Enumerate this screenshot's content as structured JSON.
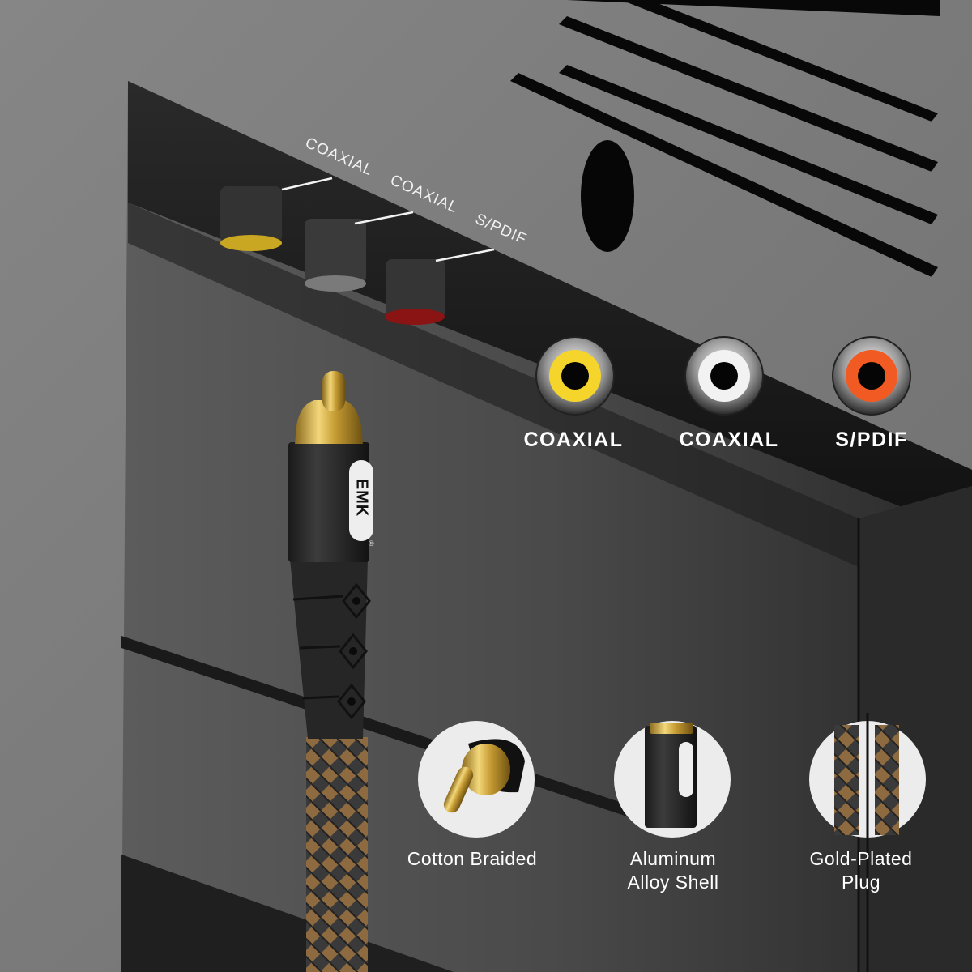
{
  "device_panel": {
    "angled_labels": [
      "COAXIAL",
      "COAXIAL",
      "S/PDIF"
    ]
  },
  "port_legend": [
    {
      "label": "COAXIAL",
      "ring_color": "#f5d42c"
    },
    {
      "label": "COAXIAL",
      "ring_color": "#f2f2f2"
    },
    {
      "label": "S/PDIF",
      "ring_color": "#f15a22"
    }
  ],
  "cable": {
    "brand": "EMK",
    "registered_mark": "®",
    "plug_color": "#c9a94a"
  },
  "features": [
    {
      "caption_line1": "Cotton Braided",
      "caption_line2": ""
    },
    {
      "caption_line1": "Aluminum",
      "caption_line2": "Alloy Shell"
    },
    {
      "caption_line1": "Gold-Plated",
      "caption_line2": "Plug"
    }
  ],
  "colors": {
    "wall_gray": "#7c7c7c",
    "recess_dark": "#1c1c1c",
    "braid_bronze": "#9a7448",
    "braid_dark": "#3a3a3a"
  }
}
